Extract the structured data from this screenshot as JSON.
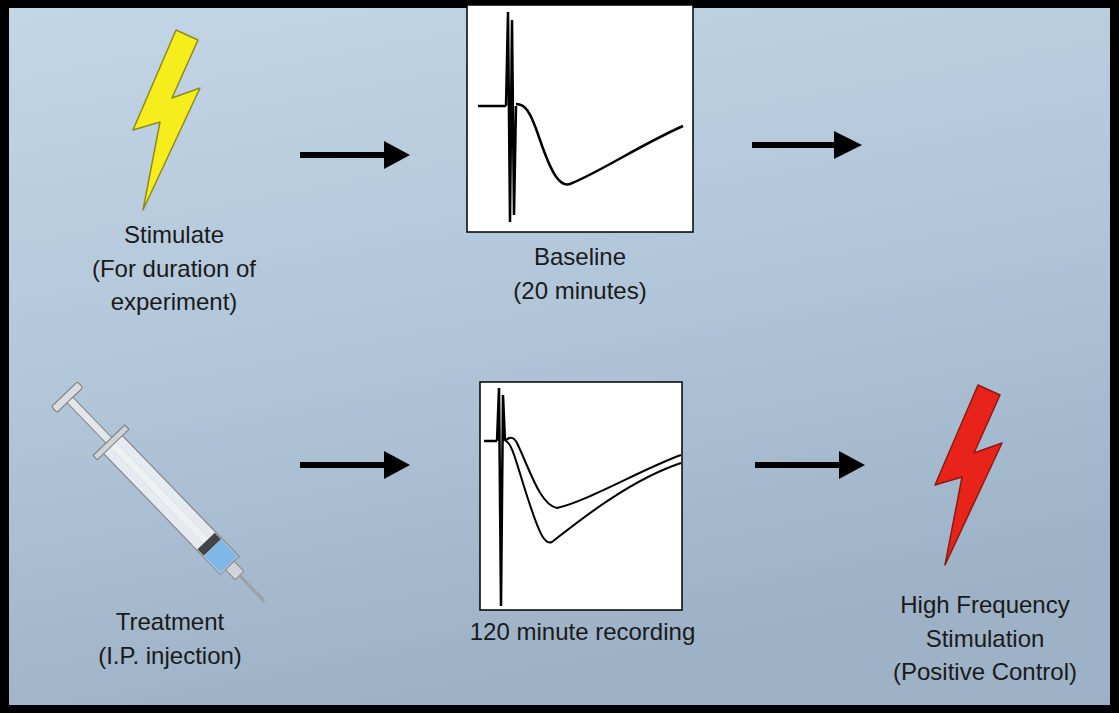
{
  "diagram": {
    "nodes": [
      {
        "text": [
          "Stimulate",
          "(For duration of experiment)"
        ]
      },
      {
        "text": [
          "Baseline",
          "(20 minutes)"
        ]
      },
      {
        "text": [
          "Treatment",
          "(I.P. injection)"
        ]
      },
      {
        "text": [
          "120 minute recording"
        ]
      },
      {
        "text": [
          "High Frequency Stimulation",
          "(Positive Control)"
        ]
      }
    ],
    "edges": [
      {
        "from": 0,
        "to": 1,
        "arrow": "to"
      },
      {
        "from": 2,
        "to": 3,
        "arrow": "to"
      },
      {
        "from": 3,
        "to": 4,
        "arrow": "to"
      }
    ]
  }
}
